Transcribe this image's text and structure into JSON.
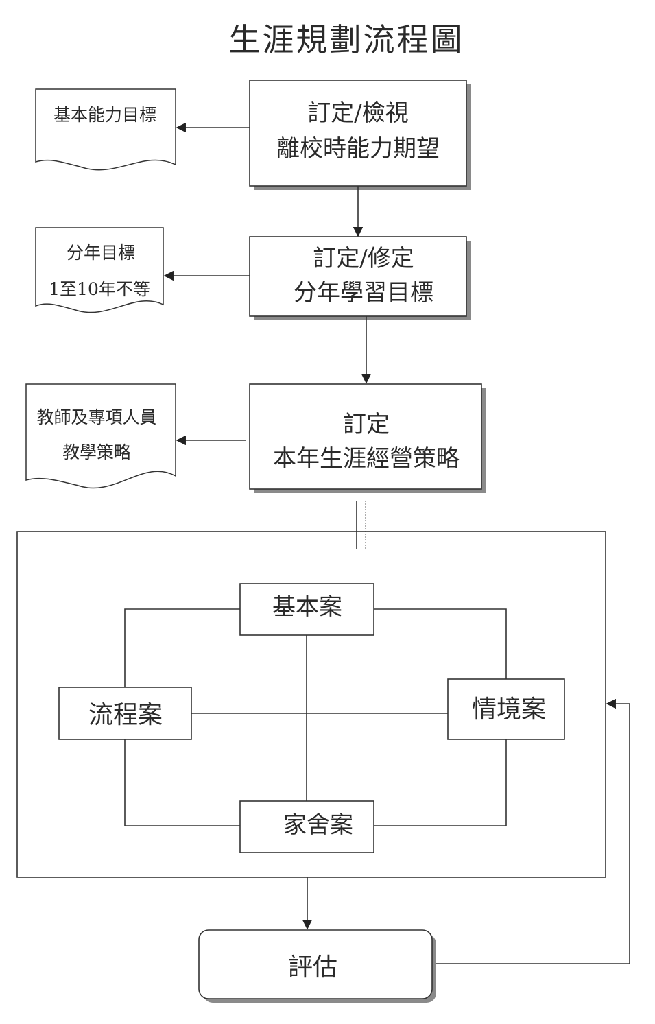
{
  "title": "生涯規劃流程圖",
  "steps": {
    "step1": {
      "line1": "訂定/檢視",
      "line2": "離校時能力期望"
    },
    "step2": {
      "line1": "訂定/修定",
      "line2": "分年學習目標"
    },
    "step3": {
      "line1": "訂定",
      "line2": "本年生涯經營策略"
    }
  },
  "documents": {
    "doc1": {
      "line1": "基本能力目標"
    },
    "doc2": {
      "line1": "分年目標",
      "line2": "1至10年不等"
    },
    "doc3": {
      "line1": "教師及專項人員",
      "line2": "教學策略"
    }
  },
  "cases": {
    "basic": "基本案",
    "process": "流程案",
    "situation": "情境案",
    "dorm": "家舍案"
  },
  "evaluation": "評估"
}
